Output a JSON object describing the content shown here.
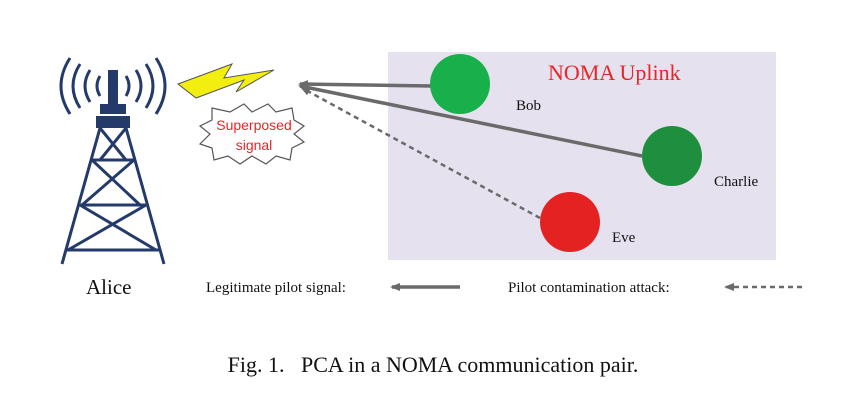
{
  "figure": {
    "region_title": "NOMA Uplink",
    "base_station_label": "Alice",
    "burst_label_line1": "Superposed",
    "burst_label_line2": "signal",
    "users": [
      {
        "name": "Bob",
        "color": "#18b04a"
      },
      {
        "name": "Charlie",
        "color": "#1e8f3e"
      },
      {
        "name": "Eve",
        "color": "#e52222"
      }
    ],
    "legend": {
      "legitimate_label": "Legitimate pilot signal:",
      "attack_label": "Pilot contamination attack:"
    },
    "caption": "Fig. 1.   PCA in a NOMA communication pair."
  },
  "colors": {
    "region_fill": "#e6e1ee",
    "region_title": "#e8262a",
    "tower": "#243a6b",
    "lightning": "#f2ee10",
    "arrow": "#6a6a6a",
    "burst_text": "#e8262a"
  }
}
